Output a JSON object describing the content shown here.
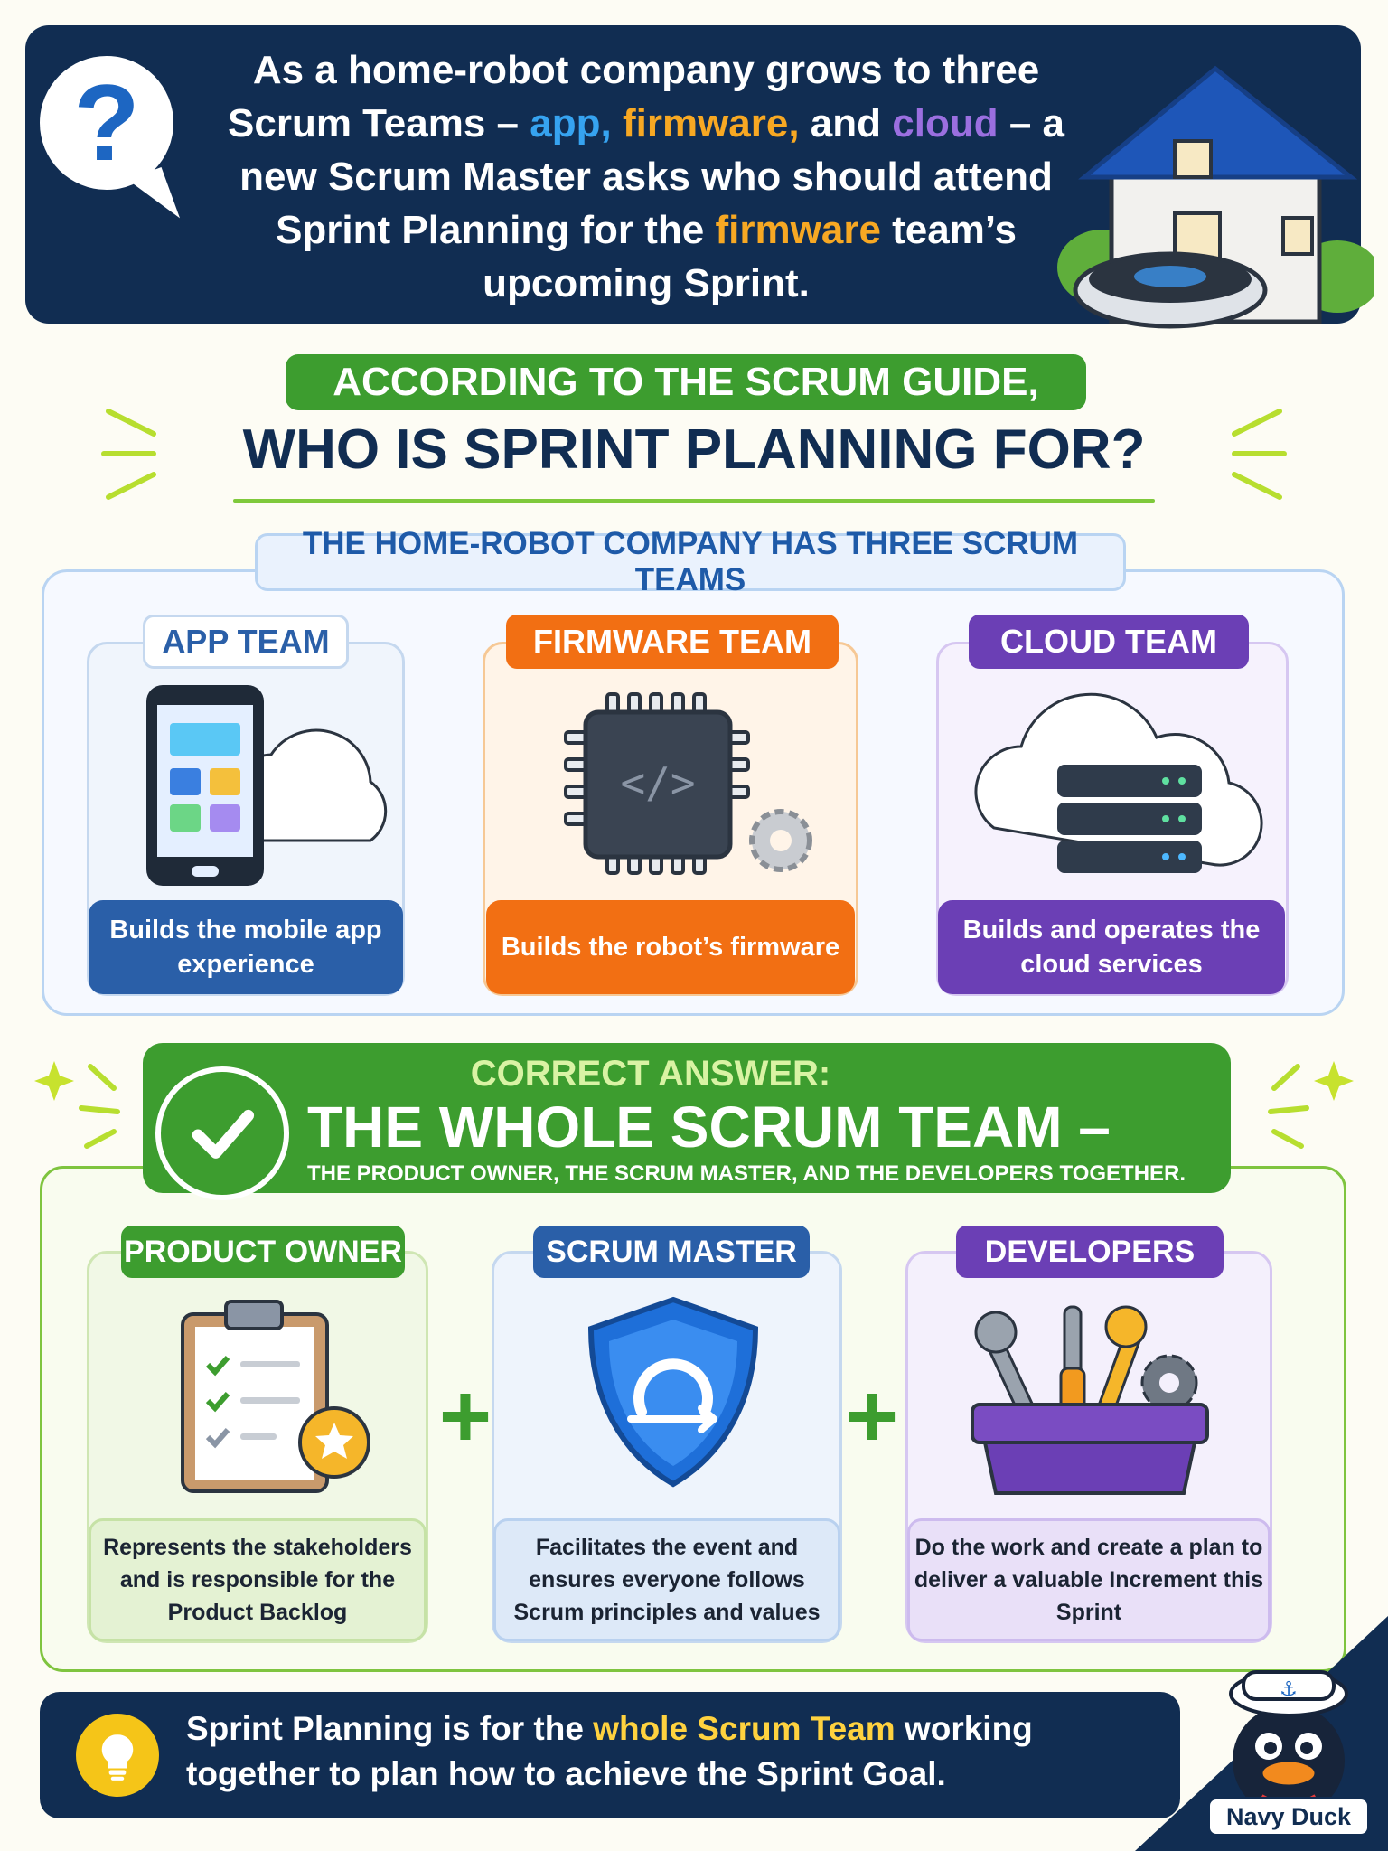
{
  "header": {
    "question_parts": [
      "As a home-robot company grows to three Scrum Teams – ",
      "app,",
      " ",
      "firmware,",
      " and ",
      "cloud",
      " – a new Scrum Master asks who should attend Sprint Planning for the ",
      "firmware",
      " team’s upcoming Sprint."
    ],
    "icon": "question-mark-bubble"
  },
  "title": {
    "kicker": "ACCORDING TO THE SCRUM GUIDE,",
    "question": "WHO IS SPRINT PLANNING FOR?"
  },
  "teams": {
    "header": "THE HOME-ROBOT COMPANY HAS THREE SCRUM TEAMS",
    "items": [
      {
        "name": "APP TEAM",
        "desc": "Builds the mobile app experience",
        "color": "#2a5fa8",
        "icon": "phone-cloud-icon"
      },
      {
        "name": "FIRMWARE TEAM",
        "desc": "Builds the robot’s firmware",
        "color": "#f26f13",
        "icon": "chip-gear-icon"
      },
      {
        "name": "CLOUD TEAM",
        "desc": "Builds and operates the cloud services",
        "color": "#6b3fb5",
        "icon": "server-cloud-icon"
      }
    ]
  },
  "answer": {
    "label": "CORRECT ANSWER:",
    "title": "THE WHOLE SCRUM TEAM –",
    "subtitle": "THE PRODUCT OWNER, THE SCRUM MASTER, AND THE DEVELOPERS TOGETHER.",
    "roles": [
      {
        "name": "PRODUCT OWNER",
        "desc": "Represents the stakeholders and is responsible for the Product Backlog",
        "color": "#3d9d2f",
        "icon": "clipboard-star-icon"
      },
      {
        "name": "SCRUM MASTER",
        "desc": "Facilitates the event and ensures everyone follows Scrum principles and values",
        "color": "#2a5fa8",
        "icon": "shield-cycle-icon"
      },
      {
        "name": "DEVELOPERS",
        "desc": "Do the work and create a plan to deliver a valuable Increment this Sprint",
        "color": "#6b3fb5",
        "icon": "toolbox-icon"
      }
    ]
  },
  "footer": {
    "text_parts": [
      "Sprint Planning is for the ",
      "whole Scrum Team",
      " working together to plan how to achieve the Sprint Goal."
    ],
    "brand": "Navy Duck"
  }
}
